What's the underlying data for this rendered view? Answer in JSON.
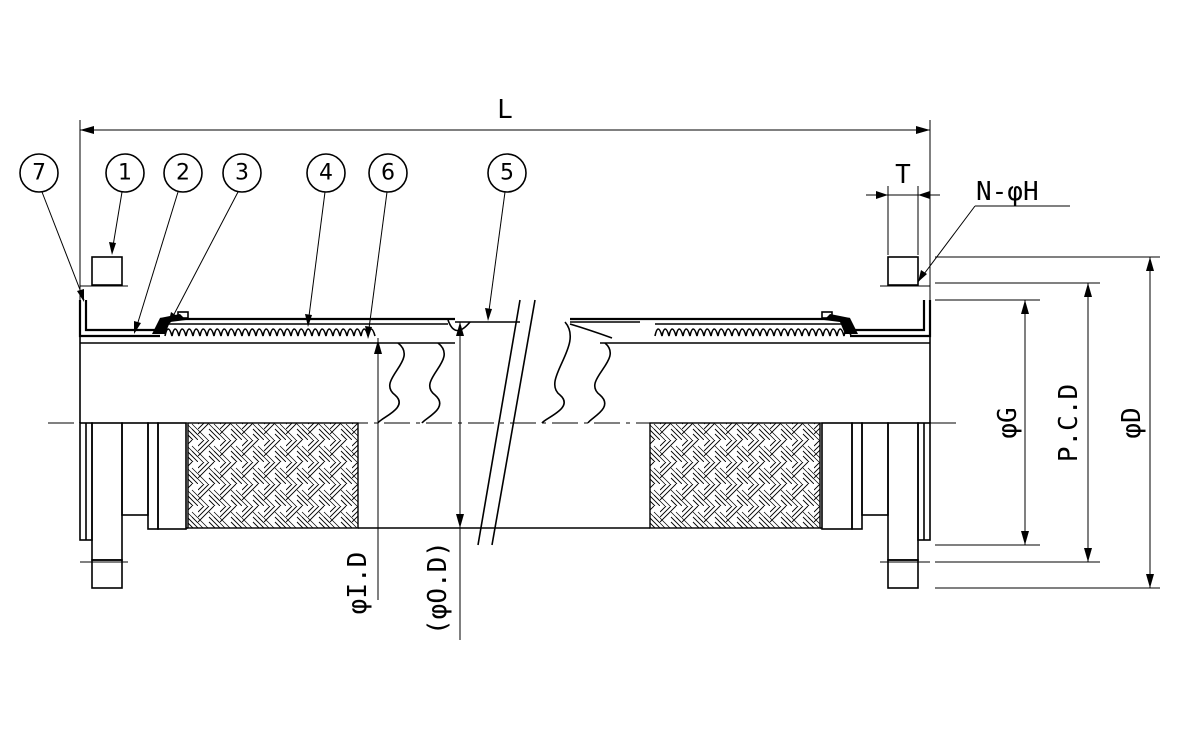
{
  "dimensions": {
    "length": "L",
    "thickness": "T",
    "holes": "N-φH",
    "gasket_dia": "φG",
    "pitch_circle": "P.C.D",
    "flange_dia": "φD",
    "inner_dia": "φI.D",
    "outer_dia": "(φO.D)"
  },
  "part_tags": [
    "7",
    "1",
    "2",
    "3",
    "4",
    "6",
    "5"
  ]
}
